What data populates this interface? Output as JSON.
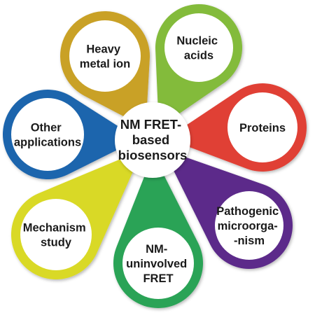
{
  "center": {
    "lines": [
      "NM FRET-",
      "based",
      "biosensors"
    ]
  },
  "petals": [
    {
      "id": "heavy-metal-ion",
      "color": "#c9a125",
      "lines": [
        "Heavy",
        "metal ion"
      ]
    },
    {
      "id": "nucleic-acids",
      "color": "#83bb3a",
      "lines": [
        "Nucleic",
        "acids"
      ]
    },
    {
      "id": "proteins",
      "color": "#e04136",
      "lines": [
        "Proteins"
      ]
    },
    {
      "id": "pathogenic-microorganism",
      "color": "#5b2a8a",
      "lines": [
        "Pathogenic",
        "microorga-",
        "-nism"
      ]
    },
    {
      "id": "nm-uninvolved-fret",
      "color": "#2aa356",
      "lines": [
        "NM-",
        "uninvolved",
        "FRET"
      ]
    },
    {
      "id": "mechanism-study",
      "color": "#d9d926",
      "lines": [
        "Mechanism",
        "study"
      ]
    },
    {
      "id": "other-applications",
      "color": "#1f65ad",
      "lines": [
        "Other",
        "applications"
      ]
    }
  ]
}
